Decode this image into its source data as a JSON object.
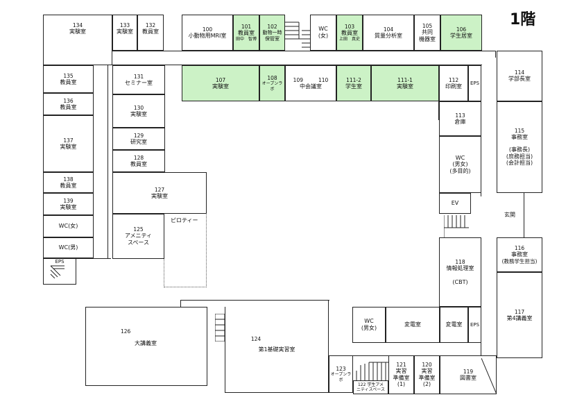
{
  "floor_label": "1階",
  "rooms": {
    "r134": {
      "num": "134",
      "name": "実験室"
    },
    "r133": {
      "num": "133",
      "name": "実験室"
    },
    "r132": {
      "num": "132",
      "name": "教員室"
    },
    "r100": {
      "num": "100",
      "name": "小動物用MRI室"
    },
    "r101": {
      "num": "101",
      "name": "教員室",
      "sub": "田中　智博"
    },
    "r102": {
      "num": "102",
      "name": "動物一時",
      "name2": "保管室"
    },
    "wc1": {
      "name": "WC",
      "name2": "(女)"
    },
    "r103": {
      "num": "103",
      "name": "教員室",
      "sub": "上田　真史"
    },
    "r104": {
      "num": "104",
      "name": "質量分析室"
    },
    "r105": {
      "num": "105",
      "name": "共同",
      "name2": "機器室"
    },
    "r106": {
      "num": "106",
      "name": "学生居室"
    },
    "r135": {
      "num": "135",
      "name": "教員室"
    },
    "r136": {
      "num": "136",
      "name": "教員室"
    },
    "r137": {
      "num": "137",
      "name": "実験室"
    },
    "r138": {
      "num": "138",
      "name": "教員室"
    },
    "r139": {
      "num": "139",
      "name": "実験室"
    },
    "wcf": {
      "name": "WC(女)"
    },
    "wcm": {
      "name": "WC(男)"
    },
    "eps1": {
      "name": "EPS"
    },
    "r131": {
      "num": "131",
      "name": "セミナー室"
    },
    "r130": {
      "num": "130",
      "name": "実験室"
    },
    "r129": {
      "num": "129",
      "name": "研究室"
    },
    "r128": {
      "num": "128",
      "name": "教員室"
    },
    "r127": {
      "num": "127",
      "name": "実験室"
    },
    "r125": {
      "num": "125",
      "name": "アメニティ",
      "name2": "スペース"
    },
    "piloti": "ピロティー",
    "r107": {
      "num": "107",
      "name": "実験室"
    },
    "r108": {
      "num": "108",
      "name": "オープンラボ"
    },
    "r109": {
      "num": "109"
    },
    "r110": {
      "num": "110"
    },
    "r109_110": {
      "name": "中会議室"
    },
    "r111_2": {
      "num": "111-2",
      "name": "学生室"
    },
    "r111_1": {
      "num": "111-1",
      "name": "実験室"
    },
    "r112": {
      "num": "112",
      "name": "印刷室"
    },
    "eps2": {
      "name": "EPS"
    },
    "r113": {
      "num": "113",
      "name": "倉庫"
    },
    "wc3": {
      "name": "WC",
      "name2": "(男女)",
      "name3": "(多目的)"
    },
    "ev": {
      "name": "EV"
    },
    "r114": {
      "num": "114",
      "name": "学部長室"
    },
    "r115": {
      "num": "115",
      "name": "事務室",
      "l1": "(事務長)",
      "l2": "(庶務担当)",
      "l3": "(会計担当)"
    },
    "entrance": "玄関",
    "r116": {
      "num": "116",
      "name": "事務室",
      "name2": "(教務学生担当)"
    },
    "r117": {
      "num": "117",
      "name": "第4講義室"
    },
    "r118": {
      "num": "118",
      "name": "情報処理室",
      "name2": "(CBT)"
    },
    "r126": {
      "num": "126",
      "name": "大講義室"
    },
    "r124": {
      "num": "124",
      "name": "第1基礎実習室"
    },
    "wc4": {
      "name": "WC",
      "name2": "(男女)"
    },
    "hensen1": {
      "name": "変電室"
    },
    "hensen2": {
      "name": "変電室"
    },
    "eps3": {
      "name": "EPS"
    },
    "r123": {
      "num": "123",
      "name": "オープンラボ"
    },
    "r122": {
      "num": "122",
      "name": "学生アメ",
      "name2": "ニティスペース"
    },
    "r121": {
      "num": "121",
      "name": "実習",
      "name2": "準備室",
      "name3": "(1)"
    },
    "r120": {
      "num": "120",
      "name": "実習",
      "name2": "準備室",
      "name3": "(2)"
    },
    "r119": {
      "num": "119",
      "name": "図書室"
    }
  },
  "colors": {
    "highlight": "#ccf2c6",
    "wall": "#222222"
  }
}
